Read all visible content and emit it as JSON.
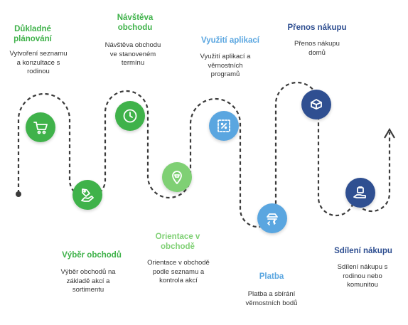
{
  "colors": {
    "green": "#3fb24a",
    "light_green": "#7fd074",
    "light_blue": "#5aa6e0",
    "dark_blue": "#2f4f91",
    "path": "#3a3a3a"
  },
  "steps": [
    {
      "title": "Důkladné\nplánování",
      "desc": "Vytvoření seznamu\na konzultace s\nrodinou",
      "icon": "shopping-cart-icon",
      "color": "green"
    },
    {
      "title": "Výběr obchodů",
      "desc": "Výběr obchodů na\nzákladě akcí a\nsortimentu",
      "icon": "hand-tag-icon",
      "color": "green"
    },
    {
      "title": "Návštěva\nobchodu",
      "desc": "Návštěva obchodu\nve stanoveném\ntermínu",
      "icon": "clock-icon",
      "color": "green"
    },
    {
      "title": "Orientace v\nobchodě",
      "desc": "Orientace v obchodě\npodle seznamu a\nkontrola akcí",
      "icon": "map-pin-icon",
      "color": "light_green"
    },
    {
      "title": "Využití aplikací",
      "desc": "Využití aplikací a\nvěrnostních\nprogramů",
      "icon": "percent-coupon-icon",
      "color": "light_blue"
    },
    {
      "title": "Platba",
      "desc": "Platba a sbírání\nvěrnostních bodů",
      "icon": "payment-icon",
      "color": "light_blue"
    },
    {
      "title": "Přenos nákupu",
      "desc": "Přenos nákupu\ndomů",
      "icon": "delivery-box-icon",
      "color": "dark_blue"
    },
    {
      "title": "Sdílení nákupu",
      "desc": "Sdílení nákupu s\nrodinou nebo\nkomunitou",
      "icon": "sharing-hand-icon",
      "color": "dark_blue"
    }
  ]
}
